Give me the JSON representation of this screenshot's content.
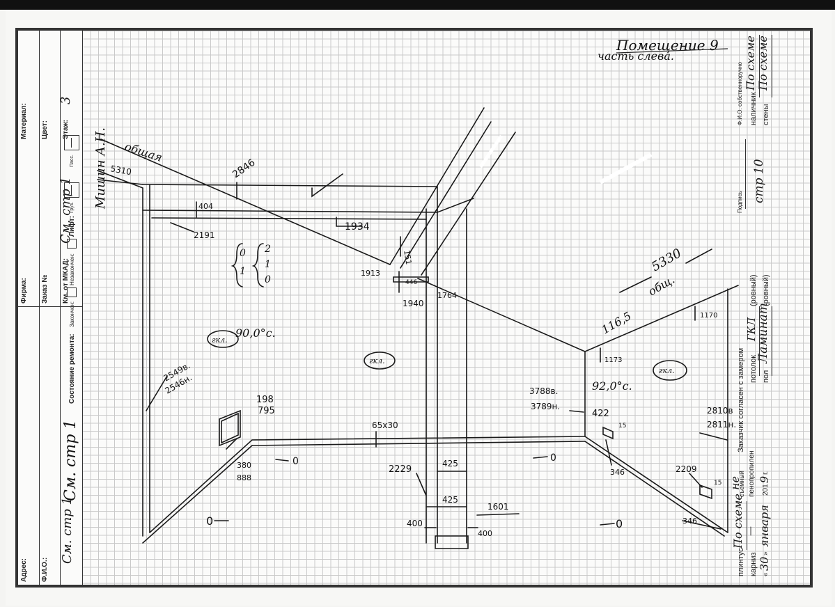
{
  "form": {
    "address_label": "Адрес:",
    "fio_label": "Ф.И.О.:",
    "firm_label": "Фирма:",
    "order_label": "Заказ №",
    "km_label": "Км. от МКАД:",
    "repair_label": "Состояние ремонта:",
    "finished_label": "Закончен:",
    "unfinished_label": "Незакончен:",
    "material_label": "Материал:",
    "color_label": "Цвет:",
    "floor_label": "Этаж:",
    "floor_value": "3",
    "lift_label": "Лифт:",
    "cargo_label": "Груз.",
    "cargo_value": "—",
    "pass_label": "Пасс.",
    "pass_value": "—",
    "order_value": "См. стр 1",
    "fio_value": "См. стр 1",
    "inspector": "Мишин А.Н."
  },
  "right_strip": {
    "walls_label": "стены",
    "walls_value": "По схеме",
    "trim_label": "наличник",
    "trim_value": "По схеме",
    "fio_handwritten_label": "Ф.И.О. собственноручно",
    "sign_label": "Подпись",
    "page_value": "стр 10",
    "floor_label": "пол",
    "floor_value": "Ламинат",
    "floor_note": "(ровный)",
    "ceiling_label": "потолок",
    "ceiling_value": "ГКЛ",
    "ceiling_note": "(ровный)",
    "customer_label": "Заказчик согласен с замером",
    "baseboard_label": "плинтус",
    "baseboard_value": "По схеме",
    "cornice_label": "карниз",
    "cornice_value": "—",
    "removable_label": "съемный",
    "removable_value": "не",
    "foam_label": "пенопропилен",
    "date_prefix": "«",
    "date_day": "30",
    "date_sep": "»",
    "date_month": "января",
    "date_year_prefix": "201",
    "date_year_suffix": "9",
    "date_g": "г."
  },
  "header": {
    "room_title": "Помещение 9",
    "room_subtitle": "часть слева."
  },
  "annotations": {
    "overall_top": "общая",
    "d5310": "5310",
    "d2846": "2846",
    "d404": "404",
    "d2191": "2191",
    "d1934": "1934",
    "d151": "151",
    "d1913": "1913",
    "d446": "446",
    "d1940": "1940",
    "d1764": "1764",
    "d5330": "5330",
    "overall_right": "общ.",
    "d1165": "116,5",
    "d1170": "1170",
    "d1173": "1173",
    "angle_left": "90,0°с.",
    "angle_right": "92,0°с.",
    "gkl1": "гкл.",
    "gkl2": "гкл.",
    "gkl3": "гкл.",
    "b_left1": "0",
    "b_left2": "1",
    "b_right1": "2",
    "b_right2": "1",
    "b_right3": "0",
    "d2549": "2549в.",
    "d2546": "2546н.",
    "d198": "198",
    "d795": "795",
    "d380": "380",
    "d888": "888",
    "floor0a": "0",
    "floor0b": "0",
    "floor0c": "0",
    "floor0d": "0",
    "d65x30": "65х30",
    "d2229": "2229",
    "d425a": "425",
    "d425b": "425",
    "d1601": "1601",
    "d400a": "400",
    "d400b": "400",
    "d3788": "3788в.",
    "d3789": "3789н.",
    "d422": "422",
    "d15a": "15",
    "d346a": "346",
    "d2810": "2810в",
    "d2811": "2811н.",
    "d2209": "2209",
    "d15b": "15",
    "d346b": "346",
    "left_margin": "См. стр 1"
  }
}
